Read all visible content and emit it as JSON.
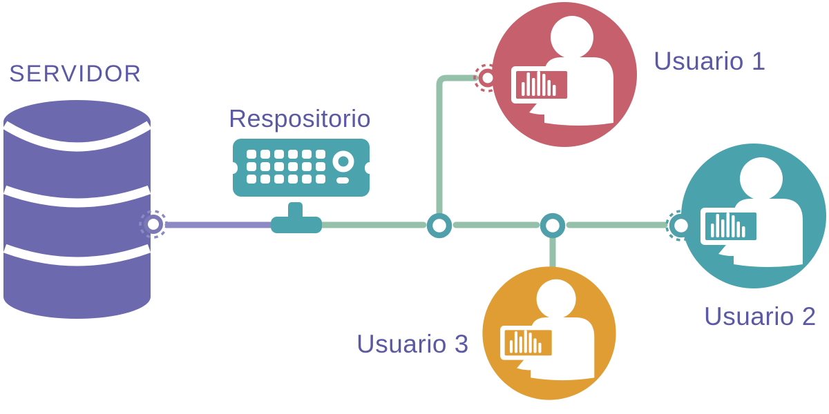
{
  "labels": {
    "server": "SERVIDOR",
    "repository": "Respositorio",
    "user1": "Usuario 1",
    "user2": "Usuario 2",
    "user3": "Usuario 3"
  },
  "colors": {
    "label_text": "#5C59A4",
    "database": "#6C69AE",
    "server_node": "#7B78B5",
    "server_link": "#8C89C4",
    "repository": "#4BA4AD",
    "network_link": "#95C1AA",
    "network_node": "#4FA0AA",
    "user1": "#C6606C",
    "user2": "#4AA3AC",
    "user3": "#E09D33"
  },
  "diagram": {
    "nodes": [
      {
        "id": "server",
        "label": "SERVIDOR",
        "icon": "database"
      },
      {
        "id": "repository",
        "label": "Respositorio",
        "icon": "connector-device"
      },
      {
        "id": "user1",
        "label": "Usuario 1",
        "icon": "person-at-monitor"
      },
      {
        "id": "user2",
        "label": "Usuario 2",
        "icon": "person-at-monitor"
      },
      {
        "id": "user3",
        "label": "Usuario 3",
        "icon": "person-at-monitor"
      }
    ],
    "edges": [
      {
        "from": "server",
        "to": "repository"
      },
      {
        "from": "repository",
        "to": "user1"
      },
      {
        "from": "repository",
        "to": "user2"
      },
      {
        "from": "repository",
        "to": "user3"
      }
    ]
  }
}
